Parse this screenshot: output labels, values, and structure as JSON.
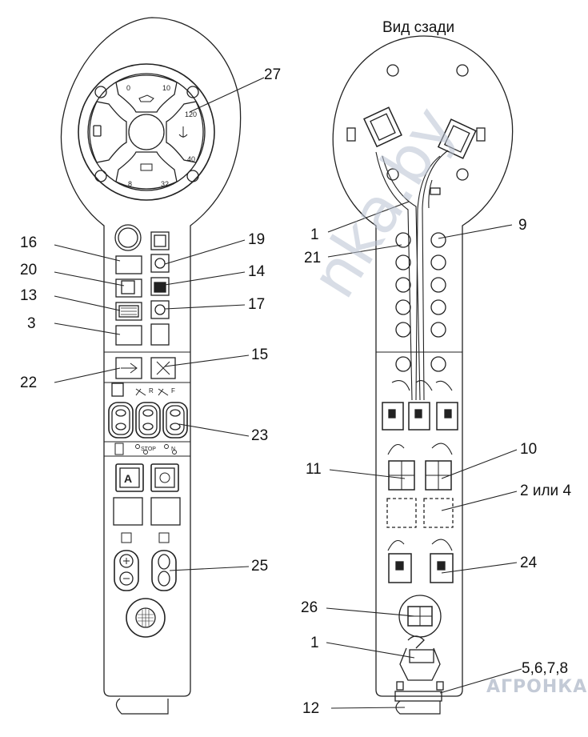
{
  "title": "Вид сзади",
  "watermark": "nka.by",
  "logo": "АГРОНКА",
  "gauges": {
    "top_min": "0",
    "top_max": "10",
    "right_max": "120",
    "right_min": "40",
    "bottom_min": "8",
    "bottom_max": "32"
  },
  "switch_labels": {
    "stop": "STOP",
    "n": "N",
    "r": "R",
    "f": "F"
  },
  "button_a": "A",
  "callouts": {
    "c27": "27",
    "c16": "16",
    "c19": "19",
    "c20": "20",
    "c14": "14",
    "c13": "13",
    "c17": "17",
    "c3": "3",
    "c15": "15",
    "c22": "22",
    "c23": "23",
    "c25": "25",
    "r1_top": "1",
    "r9": "9",
    "r21": "21",
    "r10": "10",
    "r11": "11",
    "r2or4": "2 или 4",
    "r24": "24",
    "r26": "26",
    "r1_bot": "1",
    "r5678": "5,6,7,8",
    "r12": "12"
  }
}
